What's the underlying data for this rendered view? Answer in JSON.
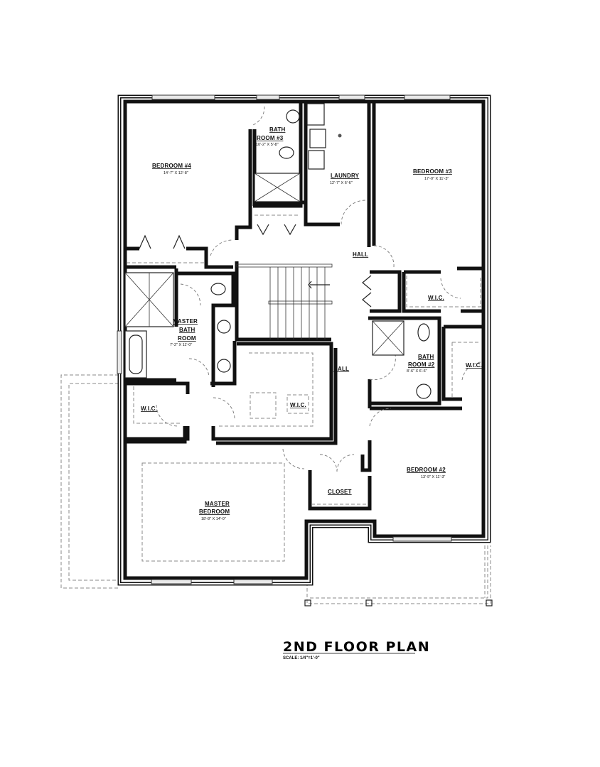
{
  "plan": {
    "title": "2ND FLOOR PLAN",
    "scale": "SCALE: 1/4\"=1'-0\""
  },
  "rooms": {
    "bedroom4": {
      "name": "BEDROOM #4",
      "dims": "14'-7\" X 12'-8\""
    },
    "bath3": {
      "name_line1": "BATH",
      "name_line2": "ROOM #3",
      "dims": "10'-2\" X 5'-8\""
    },
    "laundry": {
      "name": "LAUNDRY",
      "dims": "12'-7\" X 6'-6\""
    },
    "bedroom3": {
      "name": "BEDROOM #3",
      "dims": "17'-0\" X 11'-3\""
    },
    "hall_upper": {
      "name": "HALL"
    },
    "hall_lower": {
      "name": "HALL"
    },
    "master_bath": {
      "name_line1": "MASTER",
      "name_line2": "BATH",
      "name_line3": "ROOM",
      "dims": "7'-2\" X 11'-0\""
    },
    "wic_master_left": {
      "name": "W.I.C."
    },
    "wic_master_center": {
      "name": "W.I.C."
    },
    "wic_bed3": {
      "name": "W.I.C."
    },
    "wic_bed2": {
      "name": "W.I.C."
    },
    "bath2": {
      "name_line1": "BATH",
      "name_line2": "ROOM #2",
      "dims": "8'-6\" X 6'-6\""
    },
    "bedroom2": {
      "name": "BEDROOM #2",
      "dims": "13'-9\" X 11'-3\""
    },
    "closet": {
      "name": "CLOSET"
    },
    "master_bedroom": {
      "name_line1": "MASTER",
      "name_line2": "BEDROOM",
      "dims": "18'-8\" X 14'-0\""
    }
  }
}
